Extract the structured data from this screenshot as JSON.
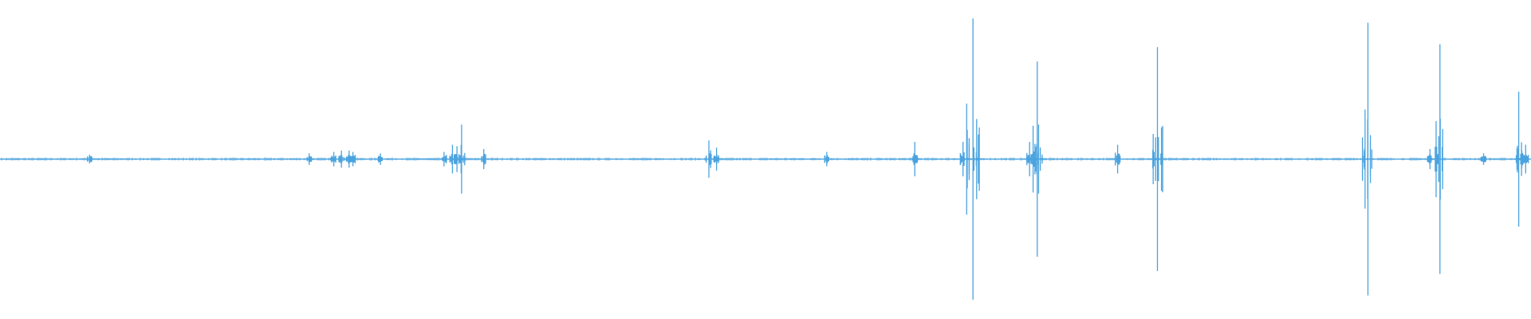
{
  "waveform": {
    "color": "#4aa3df",
    "background": "#ffffff",
    "duration_fraction_note_free": true,
    "peaks": [
      {
        "t": 0.0585,
        "amp": 0.03
      },
      {
        "t": 0.202,
        "amp": 0.04
      },
      {
        "t": 0.218,
        "amp": 0.05
      },
      {
        "t": 0.223,
        "amp": 0.06
      },
      {
        "t": 0.228,
        "amp": 0.06
      },
      {
        "t": 0.2305,
        "amp": 0.05
      },
      {
        "t": 0.2485,
        "amp": 0.04
      },
      {
        "t": 0.29,
        "amp": 0.05
      },
      {
        "t": 0.2955,
        "amp": 0.1
      },
      {
        "t": 0.2985,
        "amp": 0.09
      },
      {
        "t": 0.3015,
        "amp": 0.24
      },
      {
        "t": 0.316,
        "amp": 0.07
      },
      {
        "t": 0.463,
        "amp": 0.13
      },
      {
        "t": 0.468,
        "amp": 0.08
      },
      {
        "t": 0.54,
        "amp": 0.05
      },
      {
        "t": 0.5975,
        "amp": 0.12
      },
      {
        "t": 0.629,
        "amp": 0.12
      },
      {
        "t": 0.6355,
        "amp": 0.98
      },
      {
        "t": 0.6725,
        "amp": 0.12
      },
      {
        "t": 0.6775,
        "amp": 0.68
      },
      {
        "t": 0.73,
        "amp": 0.1
      },
      {
        "t": 0.756,
        "amp": 0.78
      },
      {
        "t": 0.8935,
        "amp": 0.95
      },
      {
        "t": 0.934,
        "amp": 0.07
      },
      {
        "t": 0.9405,
        "amp": 0.8
      },
      {
        "t": 0.969,
        "amp": 0.04
      },
      {
        "t": 0.992,
        "amp": 0.47
      },
      {
        "t": 0.9965,
        "amp": 0.1
      }
    ]
  }
}
